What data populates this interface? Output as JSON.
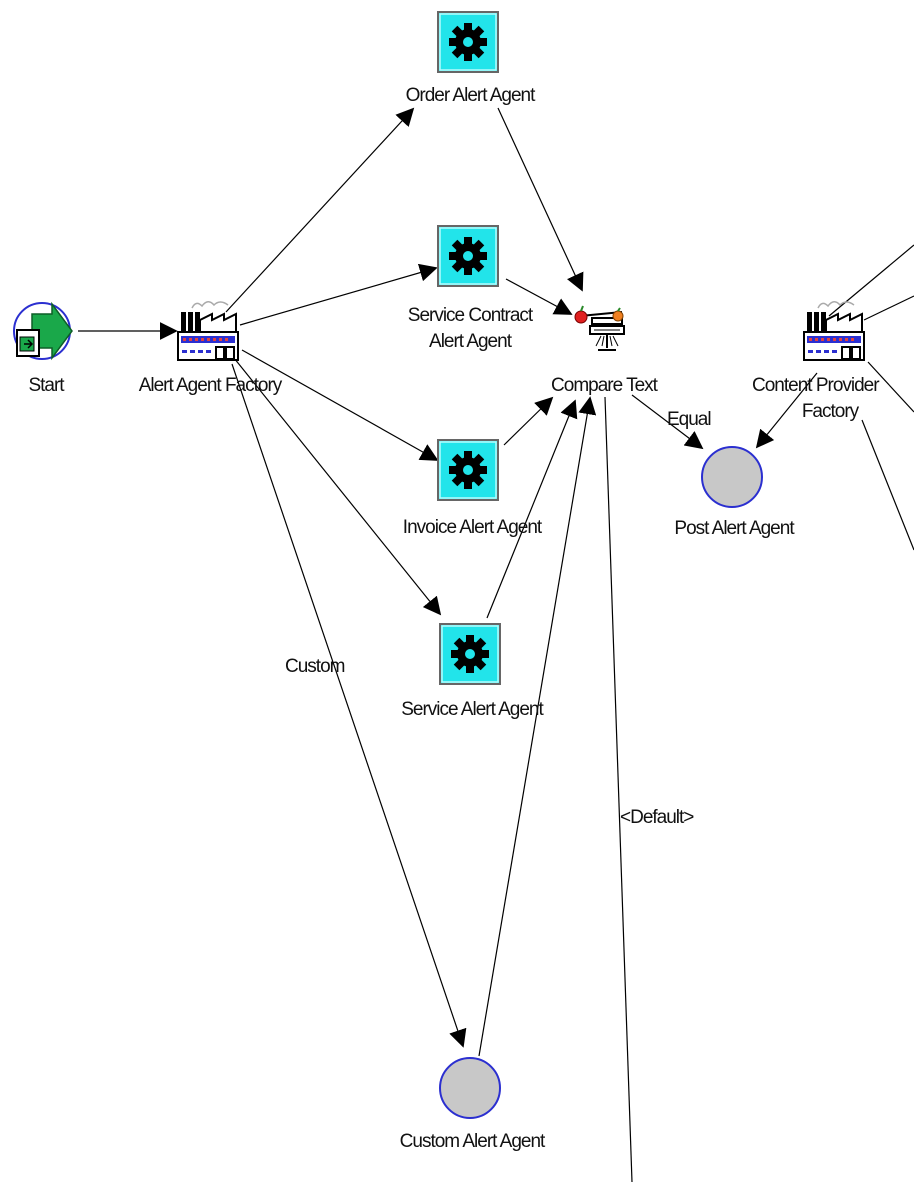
{
  "nodes": {
    "start": "Start",
    "alert_agent_factory": "Alert Agent Factory",
    "order_alert_agent": "Order Alert Agent",
    "service_contract_alert_agent": [
      "Service Contract",
      "Alert Agent"
    ],
    "compare_text": "Compare Text",
    "content_provider_factory": [
      "Content Provider",
      "Factory"
    ],
    "post_alert_agent": "Post Alert Agent",
    "invoice_alert_agent": "Invoice Alert Agent",
    "service_alert_agent": "Service Alert Agent",
    "custom_alert_agent": "Custom Alert Agent"
  },
  "edge_labels": {
    "equal": "Equal",
    "custom": "Custom",
    "default": "<Default>"
  },
  "colors": {
    "process_tile": "#22e4ea",
    "notification_circle": "#c8c8c8",
    "circle_border": "#2b2fd0",
    "start_arrow": "#1aa84a",
    "edge": "#000000"
  },
  "icons": {
    "start": "start-arrow-icon",
    "factory": "factory-icon",
    "function": "gear-icon",
    "compare": "scales-icon",
    "notification": "notification-circle-icon"
  }
}
